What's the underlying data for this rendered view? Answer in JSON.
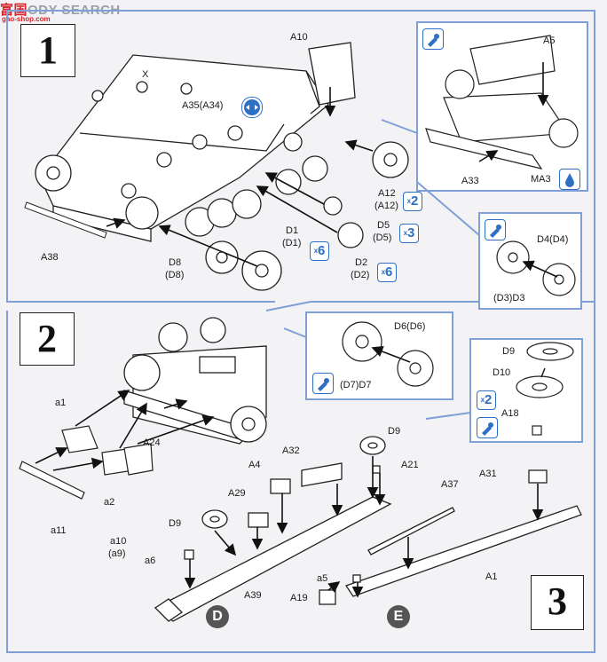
{
  "watermark": {
    "brand": "富国",
    "brand_rest": "ODY SEARCH",
    "site": "gao-shop.com"
  },
  "steps": {
    "s1": "1",
    "s2": "2",
    "s3": "3"
  },
  "step1_labels": {
    "A10": "A10",
    "X": "X",
    "A35": "A35(A34)",
    "A12": "A12",
    "A12b": "(A12)",
    "D5": "D5",
    "D5b": "(D5)",
    "D1": "D1",
    "D1b": "(D1)",
    "D2": "D2",
    "D2b": "(D2)",
    "D8": "D8",
    "D8b": "(D8)",
    "A38": "A38"
  },
  "inset1_labels": {
    "A5": "A5",
    "A33": "A33",
    "MA3": "MA3"
  },
  "inset2_labels": {
    "D4": "D4(D4)",
    "D3": "(D3)D3"
  },
  "inset3_labels": {
    "D6": "D6(D6)",
    "D7": "(D7)D7"
  },
  "inset4_labels": {
    "D9": "D9",
    "D10": "D10",
    "A18": "A18"
  },
  "step2_labels": {
    "a1": "a1",
    "A24": "A24",
    "a2": "a2",
    "a11": "a11",
    "a10": "a10",
    "a9": "(a9)"
  },
  "step3_labels": {
    "D9": "D9",
    "A21": "A21",
    "A32": "A32",
    "A4": "A4",
    "A29": "A29",
    "D9b": "D9",
    "a6": "a6",
    "A39": "A39",
    "A37": "A37",
    "A31": "A31",
    "A1": "A1",
    "a5": "a5",
    "A19": "A19"
  },
  "multipliers": {
    "x2a": "2",
    "x3": "3",
    "x6a": "6",
    "x6b": "6",
    "x2b": "2",
    "x_prefix": "x"
  },
  "callouts": {
    "D": "D",
    "E": "E"
  },
  "colors": {
    "accent_blue": "#2d6fc4",
    "line_blue": "#7f9fd6",
    "ink": "#222222"
  }
}
